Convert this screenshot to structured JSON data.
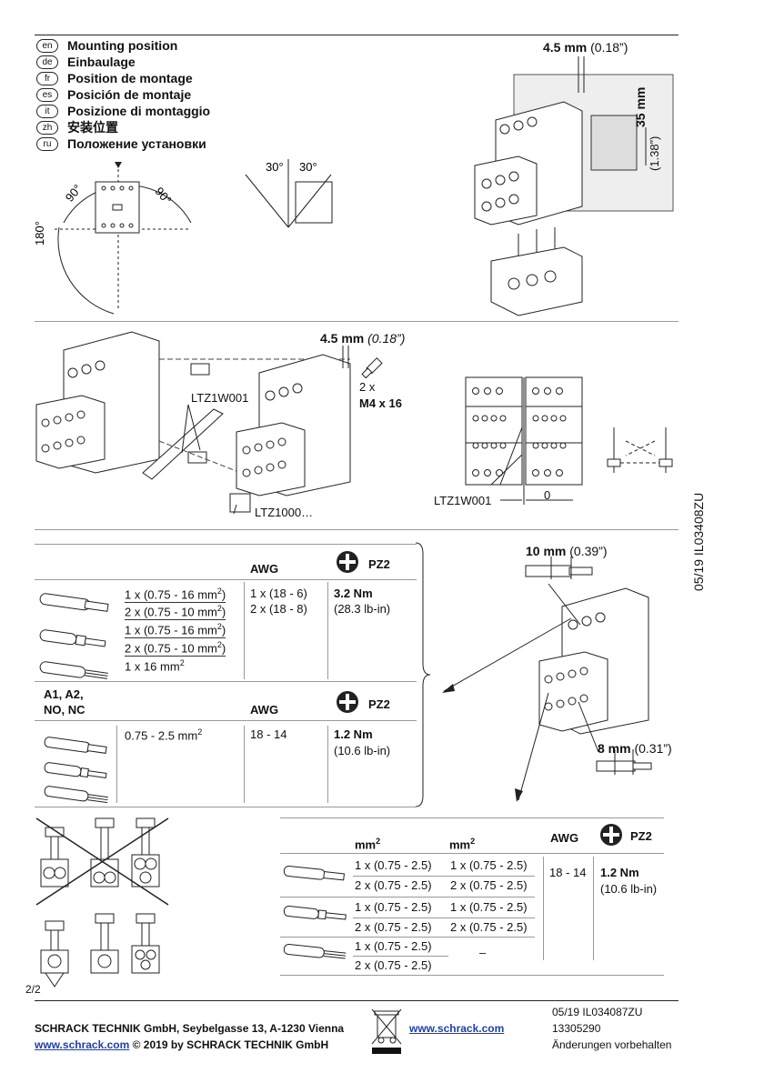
{
  "mounting": {
    "languages": [
      {
        "code": "en",
        "title": "Mounting position"
      },
      {
        "code": "de",
        "title": "Einbaulage"
      },
      {
        "code": "fr",
        "title": "Position de montage"
      },
      {
        "code": "es",
        "title": "Posición de montaje"
      },
      {
        "code": "it",
        "title": "Posizione di montaggio"
      },
      {
        "code": "zh",
        "title": "安装位置"
      },
      {
        "code": "ru",
        "title": "Положение установки"
      }
    ],
    "angles": {
      "a90_left": "90°",
      "a90_right": "90°",
      "a180": "180°",
      "a30_left": "30°",
      "a30_right": "30°"
    },
    "top_dim": {
      "value": "4.5 mm",
      "inch": "(0.18”)"
    },
    "rail_dim": {
      "value": "35 mm",
      "inch": "(1.38”)"
    }
  },
  "assembly": {
    "dim_value": "4.5 mm",
    "dim_inch": "(0.18”)",
    "screw_count": "2 x",
    "screw_spec": "M4 x 16",
    "ltz1w001_a": "LTZ1W001",
    "ltz1000": "LTZ1000…",
    "ltz1w001_b": "LTZ1W001",
    "zero": "0"
  },
  "side_code": "05/19 IL03408ZU",
  "wiring_main": {
    "awg_header": "AWG",
    "pz_label": "PZ2",
    "rows": [
      {
        "mm2": "1 x (0.75 - 16 mm",
        "sup": "2",
        "tail": ")"
      },
      {
        "mm2": "2 x (0.75 - 10 mm",
        "sup": "2",
        "tail": ")"
      },
      {
        "mm2": "1 x (0.75 - 16 mm",
        "sup": "2",
        "tail": ")"
      },
      {
        "mm2": "2 x (0.75 - 10 mm",
        "sup": "2",
        "tail": ")"
      },
      {
        "mm2": "1 x 16 mm",
        "sup": "2",
        "tail": ""
      }
    ],
    "awg_1": "1 x (18 - 6)",
    "awg_2": "2 x (18 - 8)",
    "torque": "3.2 Nm",
    "torque_lbin": "(28.3 lb-in)",
    "strip": {
      "value": "10 mm",
      "inch": "(0.39”)"
    }
  },
  "wiring_aux": {
    "label_line1": "A1, A2,",
    "label_line2": "NO, NC",
    "awg_header": "AWG",
    "pz_label": "PZ2",
    "range_text": "0.75 - 2.5 mm",
    "range_sup": "2",
    "awg": "18 - 14",
    "torque": "1.2 Nm",
    "torque_lbin": "(10.6 lb-in)",
    "strip": {
      "value": "8 mm",
      "inch": "(0.31”)"
    }
  },
  "wiring_bottom": {
    "col1_header": "mm",
    "col2_header": "mm",
    "sup": "2",
    "awg_header": "AWG",
    "pz_label": "PZ2",
    "col1": [
      "1  x  (0.75 - 2.5)",
      "2  x  (0.75 - 2.5)",
      "1  x  (0.75 - 2.5)",
      "2  x  (0.75 - 2.5)",
      "1  x  (0.75 - 2.5)",
      "2  x  (0.75 - 2.5)"
    ],
    "col2": [
      "1  x  (0.75 - 2.5)",
      "2  x  (0.75 - 2.5)",
      "1  x  (0.75 - 2.5)",
      "2  x  (0.75 - 2.5)"
    ],
    "col2_dash": "–",
    "awg": "18 - 14",
    "torque": "1.2 Nm",
    "torque_lbin": "(10.6 lb-in)"
  },
  "page_number": "2/2",
  "footer": {
    "company": "SCHRACK TECHNIK GmbH, Seybelgasse 13, A-1230 Vienna",
    "link1": "www.schrack.com",
    "copyright": "© 2019 by SCHRACK TECHNIK GmbH",
    "link2": "www.schrack.com",
    "doc_code": "05/19 IL034087ZU",
    "article": "13305290",
    "notice": "Änderungen vorbehalten"
  }
}
